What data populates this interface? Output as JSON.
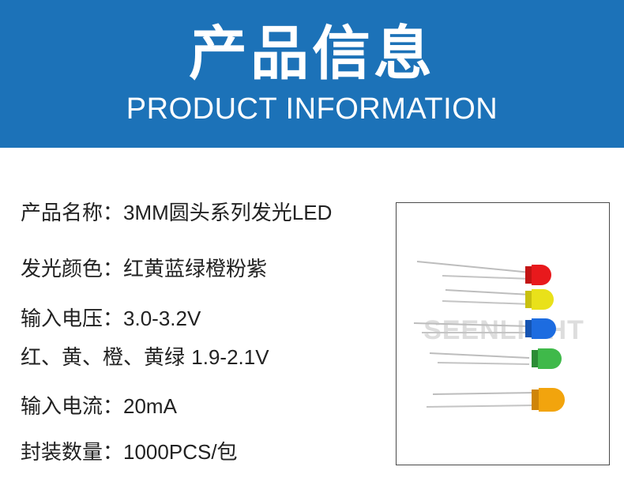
{
  "banner": {
    "title": "产品信息",
    "subtitle": "PRODUCT INFORMATION",
    "color": "#1c72b8"
  },
  "specs": [
    {
      "label": "产品名称：",
      "value": "3MM圆头系列发光LED"
    },
    {
      "label": "发光颜色：",
      "value": "红黄蓝绿橙粉紫"
    },
    {
      "label": "输入电压：",
      "value": "3.0-3.2V"
    },
    {
      "label": "红、黄、橙、黄绿 ",
      "value": "1.9-2.1V"
    },
    {
      "label": "输入电流：",
      "value": "20mA"
    },
    {
      "label": "封装数量：",
      "value": "1000PCS/包"
    }
  ],
  "product_image": {
    "watermark": "SEENLIGHT",
    "leds": [
      {
        "name": "red-led",
        "color": "#e8191c"
      },
      {
        "name": "yellow-led",
        "color": "#e9e11a"
      },
      {
        "name": "blue-led",
        "color": "#1d6ce0"
      },
      {
        "name": "green-led",
        "color": "#3fb94a"
      },
      {
        "name": "orange-led",
        "color": "#f2a40d"
      }
    ]
  }
}
